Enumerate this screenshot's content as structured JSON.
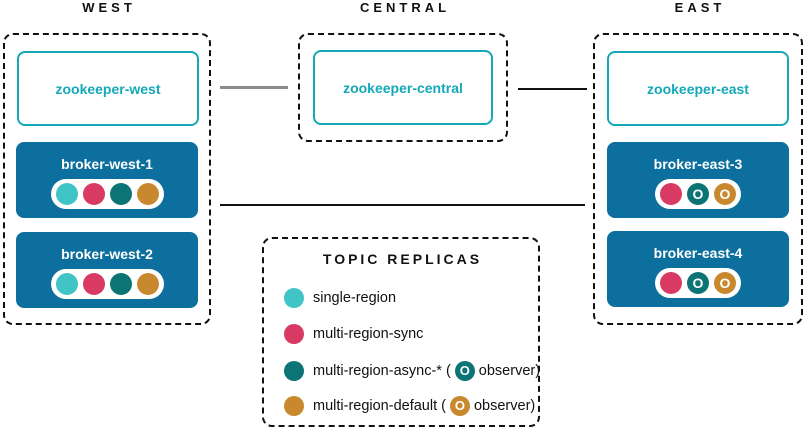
{
  "palette": {
    "teal_outline": "#14a8b8",
    "broker_blue": "#0c6f9e",
    "single_region": "#40c4c6",
    "multi_region_sync": "#d83a64",
    "multi_region_async": "#0d7475",
    "multi_region_default": "#c8882e",
    "line_gray": "#8c8c8c",
    "line_black": "#111111"
  },
  "regions": {
    "west": {
      "label": "WEST",
      "zookeeper": "zookeeper-west",
      "brokers": [
        {
          "label": "broker-west-1",
          "replicas": [
            {
              "type": "single-region",
              "color": "single_region",
              "observer": false
            },
            {
              "type": "multi-region-sync",
              "color": "multi_region_sync",
              "observer": false
            },
            {
              "type": "multi-region-async",
              "color": "multi_region_async",
              "observer": false
            },
            {
              "type": "multi-region-default",
              "color": "multi_region_default",
              "observer": false
            }
          ]
        },
        {
          "label": "broker-west-2",
          "replicas": [
            {
              "type": "single-region",
              "color": "single_region",
              "observer": false
            },
            {
              "type": "multi-region-sync",
              "color": "multi_region_sync",
              "observer": false
            },
            {
              "type": "multi-region-async",
              "color": "multi_region_async",
              "observer": false
            },
            {
              "type": "multi-region-default",
              "color": "multi_region_default",
              "observer": false
            }
          ]
        }
      ]
    },
    "central": {
      "label": "CENTRAL",
      "zookeeper": "zookeeper-central"
    },
    "east": {
      "label": "EAST",
      "zookeeper": "zookeeper-east",
      "brokers": [
        {
          "label": "broker-east-3",
          "replicas": [
            {
              "type": "multi-region-sync",
              "color": "multi_region_sync",
              "observer": false
            },
            {
              "type": "multi-region-async-observer",
              "color": "multi_region_async",
              "observer": true
            },
            {
              "type": "multi-region-default-observer",
              "color": "multi_region_default",
              "observer": true
            }
          ]
        },
        {
          "label": "broker-east-4",
          "replicas": [
            {
              "type": "multi-region-sync",
              "color": "multi_region_sync",
              "observer": false
            },
            {
              "type": "multi-region-async-observer",
              "color": "multi_region_async",
              "observer": true
            },
            {
              "type": "multi-region-default-observer",
              "color": "multi_region_default",
              "observer": true
            }
          ]
        }
      ]
    }
  },
  "legend": {
    "title": "TOPIC REPLICAS",
    "observer_glyph": "O",
    "items": [
      {
        "type": "single-region",
        "color": "single_region",
        "label": "single-region"
      },
      {
        "type": "multi-region-sync",
        "color": "multi_region_sync",
        "label": "multi-region-sync"
      },
      {
        "type": "multi-region-async",
        "color": "multi_region_async",
        "label_pre": "multi-region-async-* (",
        "label_post": "observer)",
        "observer": true
      },
      {
        "type": "multi-region-default",
        "color": "multi_region_default",
        "label_pre": "multi-region-default (",
        "label_post": "observer)",
        "observer": true
      }
    ]
  }
}
